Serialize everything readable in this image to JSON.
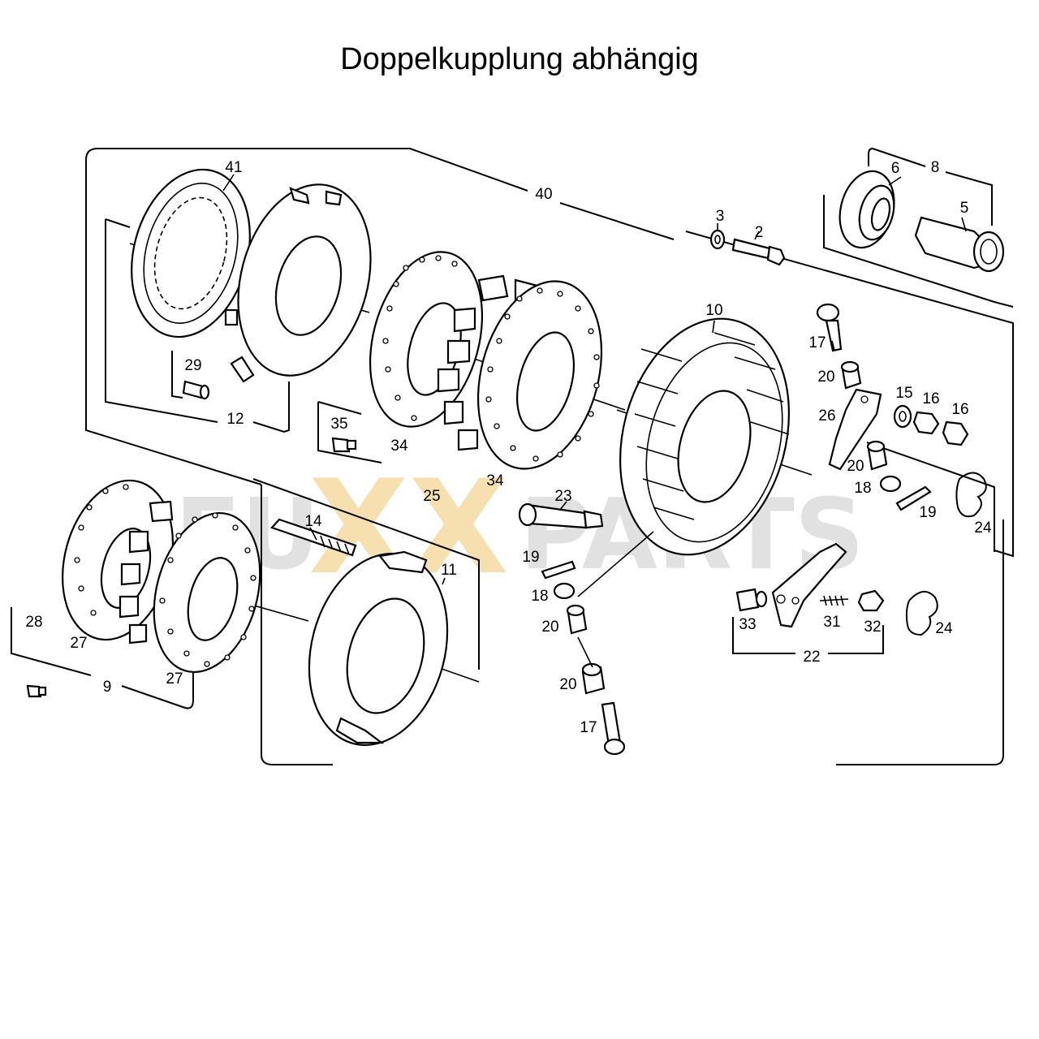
{
  "title": "Doppelkupplung abhängig",
  "watermark": {
    "left": "EU",
    "middle": "XX",
    "right": "PARTS",
    "colors": {
      "grey": "#c9c9c9",
      "gold": "#f2c870"
    }
  },
  "labels": [
    {
      "id": "40",
      "text": "40"
    },
    {
      "id": "41",
      "text": "41"
    },
    {
      "id": "3",
      "text": "3"
    },
    {
      "id": "2",
      "text": "2"
    },
    {
      "id": "6",
      "text": "6"
    },
    {
      "id": "8",
      "text": "8"
    },
    {
      "id": "5",
      "text": "5"
    },
    {
      "id": "10",
      "text": "10"
    },
    {
      "id": "17a",
      "text": "17"
    },
    {
      "id": "20a",
      "text": "20"
    },
    {
      "id": "15",
      "text": "15"
    },
    {
      "id": "16a",
      "text": "16"
    },
    {
      "id": "16b",
      "text": "16"
    },
    {
      "id": "26",
      "text": "26"
    },
    {
      "id": "20b",
      "text": "20"
    },
    {
      "id": "18a",
      "text": "18"
    },
    {
      "id": "19a",
      "text": "19"
    },
    {
      "id": "24a",
      "text": "24"
    },
    {
      "id": "29",
      "text": "29"
    },
    {
      "id": "12",
      "text": "12"
    },
    {
      "id": "35",
      "text": "35"
    },
    {
      "id": "34a",
      "text": "34"
    },
    {
      "id": "34b",
      "text": "34"
    },
    {
      "id": "25",
      "text": "25"
    },
    {
      "id": "23",
      "text": "23"
    },
    {
      "id": "14",
      "text": "14"
    },
    {
      "id": "11",
      "text": "11"
    },
    {
      "id": "19b",
      "text": "19"
    },
    {
      "id": "18b",
      "text": "18"
    },
    {
      "id": "20c",
      "text": "20"
    },
    {
      "id": "20d",
      "text": "20"
    },
    {
      "id": "17b",
      "text": "17"
    },
    {
      "id": "33",
      "text": "33"
    },
    {
      "id": "31",
      "text": "31"
    },
    {
      "id": "32",
      "text": "32"
    },
    {
      "id": "24b",
      "text": "24"
    },
    {
      "id": "22",
      "text": "22"
    },
    {
      "id": "28",
      "text": "28"
    },
    {
      "id": "27a",
      "text": "27"
    },
    {
      "id": "27b",
      "text": "27"
    },
    {
      "id": "9",
      "text": "9"
    }
  ]
}
